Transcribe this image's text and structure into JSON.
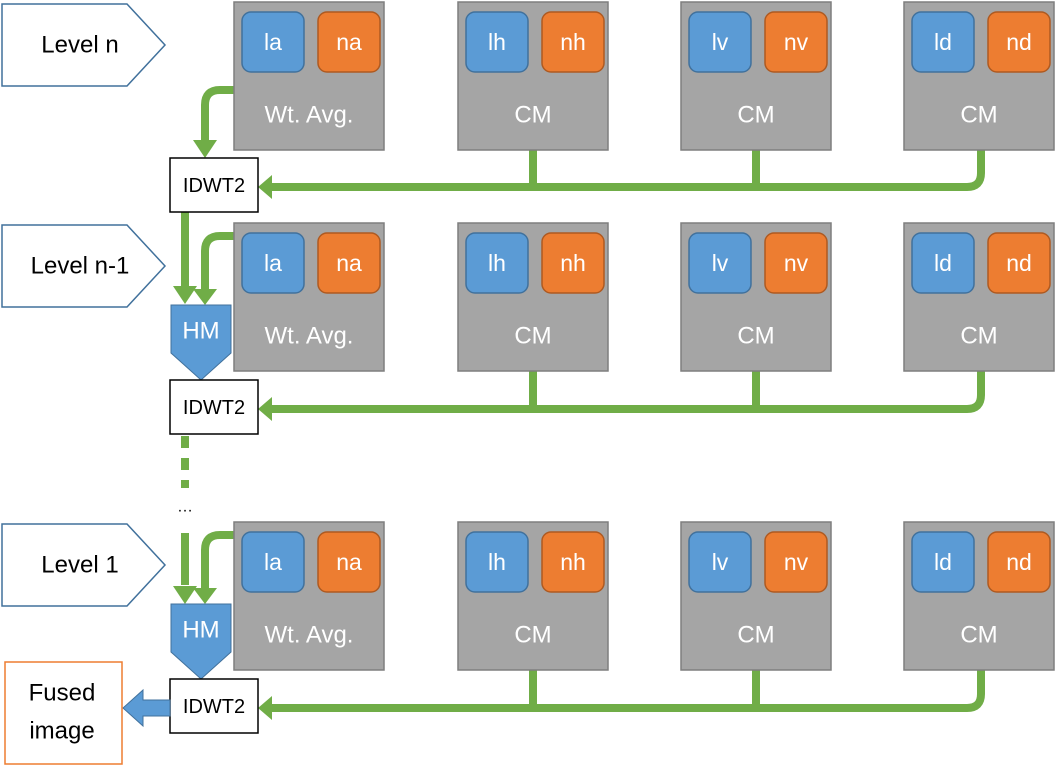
{
  "colors": {
    "box_gray": "#a5a5a5",
    "chip_blue": "#5b9bd5",
    "chip_orange": "#ed7d31",
    "wire_green": "#70ad47",
    "outline_blue": "#41719c",
    "fused_border": "#ed7d31"
  },
  "levels": [
    {
      "label": "Level n",
      "has_hm": false,
      "boxes": [
        {
          "chips": [
            "la",
            "na"
          ],
          "label": "Wt. Avg."
        },
        {
          "chips": [
            "lh",
            "nh"
          ],
          "label": "CM"
        },
        {
          "chips": [
            "lv",
            "nv"
          ],
          "label": "CM"
        },
        {
          "chips": [
            "ld",
            "nd"
          ],
          "label": "CM"
        }
      ]
    },
    {
      "label": "Level n-1",
      "has_hm": true,
      "boxes": [
        {
          "chips": [
            "la",
            "na"
          ],
          "label": "Wt. Avg."
        },
        {
          "chips": [
            "lh",
            "nh"
          ],
          "label": "CM"
        },
        {
          "chips": [
            "lv",
            "nv"
          ],
          "label": "CM"
        },
        {
          "chips": [
            "ld",
            "nd"
          ],
          "label": "CM"
        }
      ]
    },
    {
      "label": "Level 1",
      "has_hm": true,
      "boxes": [
        {
          "chips": [
            "la",
            "na"
          ],
          "label": "Wt. Avg."
        },
        {
          "chips": [
            "lh",
            "nh"
          ],
          "label": "CM"
        },
        {
          "chips": [
            "lv",
            "nv"
          ],
          "label": "CM"
        },
        {
          "chips": [
            "ld",
            "nd"
          ],
          "label": "CM"
        }
      ]
    }
  ],
  "idwt_label": "IDWT2",
  "hm_label": "HM",
  "ellipsis": "…",
  "fused": {
    "line1": "Fused",
    "line2": "image"
  }
}
